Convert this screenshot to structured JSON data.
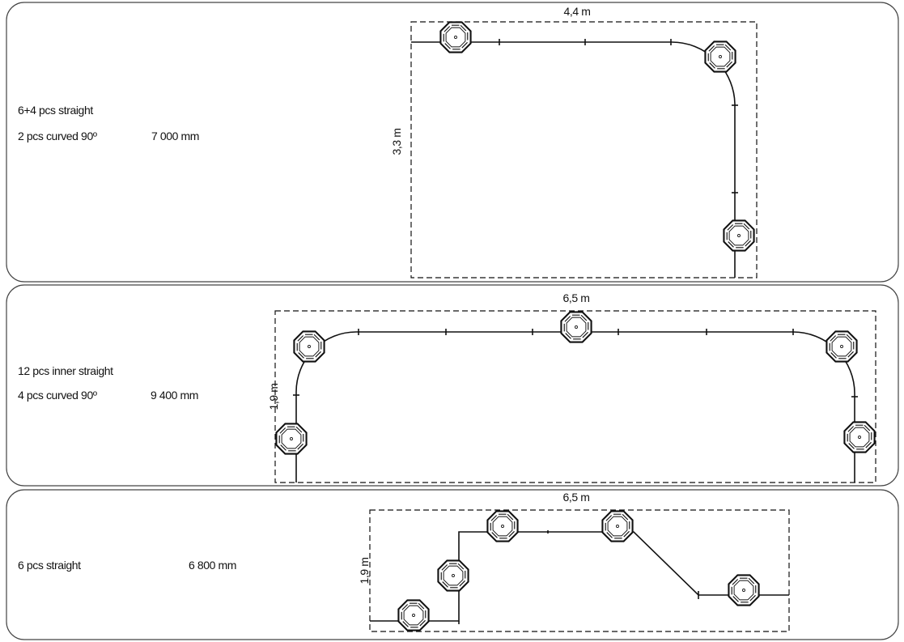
{
  "layouts": [
    {
      "lines": [
        "6+4 pcs straight",
        "2 pcs curved 90º"
      ],
      "length": "7 000 mm",
      "width_dim": "4,4 m",
      "height_dim": "3,3 m"
    },
    {
      "lines": [
        "12 pcs inner straight",
        "4 pcs curved 90º"
      ],
      "length": "9 400 mm",
      "width_dim": "6,5 m",
      "height_dim": "1,9 m"
    },
    {
      "lines": [
        "6 pcs straight"
      ],
      "length": "6 800 mm",
      "width_dim": "6,5 m",
      "height_dim": "1,9 m"
    }
  ]
}
